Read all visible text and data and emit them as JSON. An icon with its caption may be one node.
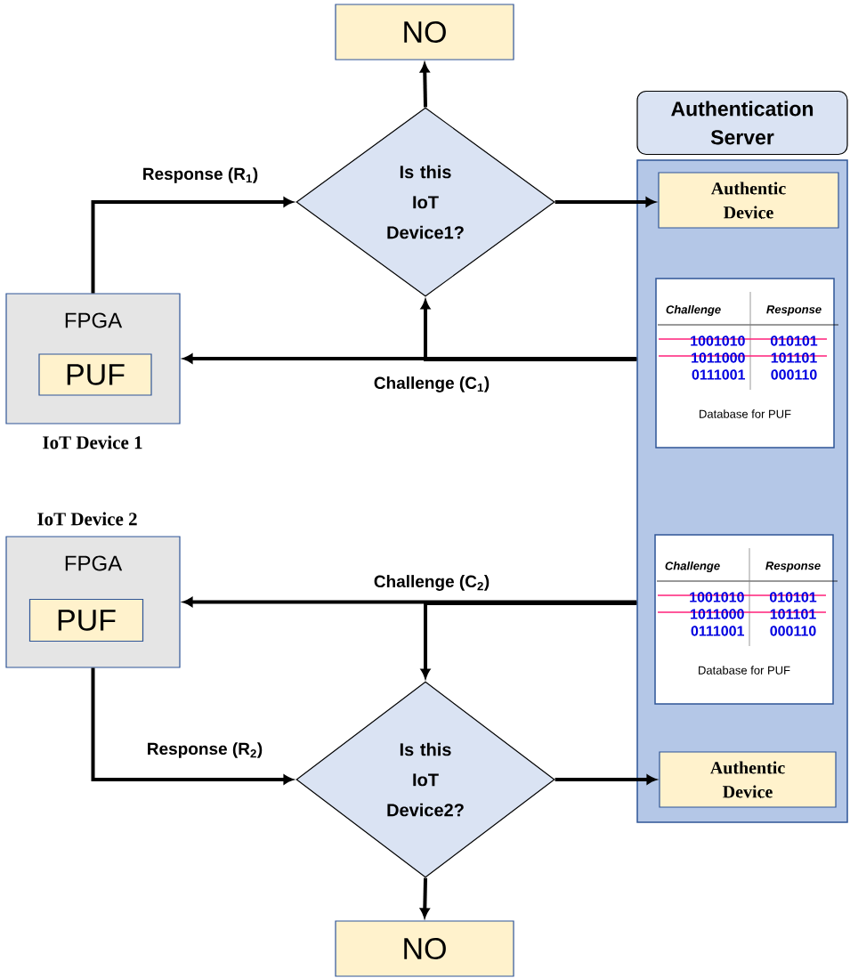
{
  "diagram": {
    "nodes": [
      {
        "text": [
          "NO"
        ]
      },
      {
        "text": [
          "Authentication Server"
        ]
      },
      {
        "text": [],
        "shape": "box"
      },
      {
        "text": [
          "Is this IoT Device1?"
        ]
      },
      {
        "text": [
          "Authentic Device"
        ],
        "in": 2
      },
      {
        "text": [
          "FPGA"
        ],
        "beside": [
          "IoT Device 1"
        ]
      },
      {
        "text": [
          "PUF"
        ],
        "in": 5
      },
      {
        "text": [
          "Challenge",
          "Response",
          "1001010",
          "010101",
          "1011000",
          "101101",
          "0111001",
          "000110",
          "Database for PUF"
        ],
        "in": 2
      },
      {
        "text": [
          "FPGA"
        ],
        "beside": [
          "IoT Device 2"
        ]
      },
      {
        "text": [
          "PUF"
        ],
        "in": 8
      },
      {
        "text": [
          "Challenge",
          "Response",
          "1001010",
          "010101",
          "1011000",
          "101101",
          "0111001",
          "000110",
          "Database for PUF"
        ],
        "in": 2
      },
      {
        "text": [
          "Is this IoT Device2?"
        ]
      },
      {
        "text": [
          "Authentic Device"
        ],
        "in": 2
      },
      {
        "text": [
          "NO"
        ]
      }
    ],
    "edges": [
      {
        "from": 3,
        "to": 0,
        "arrow": "to"
      },
      {
        "from": 5,
        "to": 3,
        "arrow": "to",
        "label": "Response (R$_{1}$)"
      },
      {
        "from": 3,
        "to": 4,
        "arrow": "to"
      },
      {
        "from": 2,
        "to": 5,
        "arrow": "to",
        "label": "Challenge (C$_{1}$)"
      },
      {
        "from": 2,
        "to": 3,
        "arrow": "to"
      },
      {
        "from": 2,
        "to": 8,
        "arrow": "to",
        "label": "Challenge (C$_{2}$)"
      },
      {
        "from": 2,
        "to": 11,
        "arrow": "to"
      },
      {
        "from": 8,
        "to": 11,
        "arrow": "to",
        "label": "Response (R$_{2}$)"
      },
      {
        "from": 11,
        "to": 12,
        "arrow": "to"
      },
      {
        "from": 11,
        "to": 13,
        "arrow": "to"
      }
    ]
  }
}
